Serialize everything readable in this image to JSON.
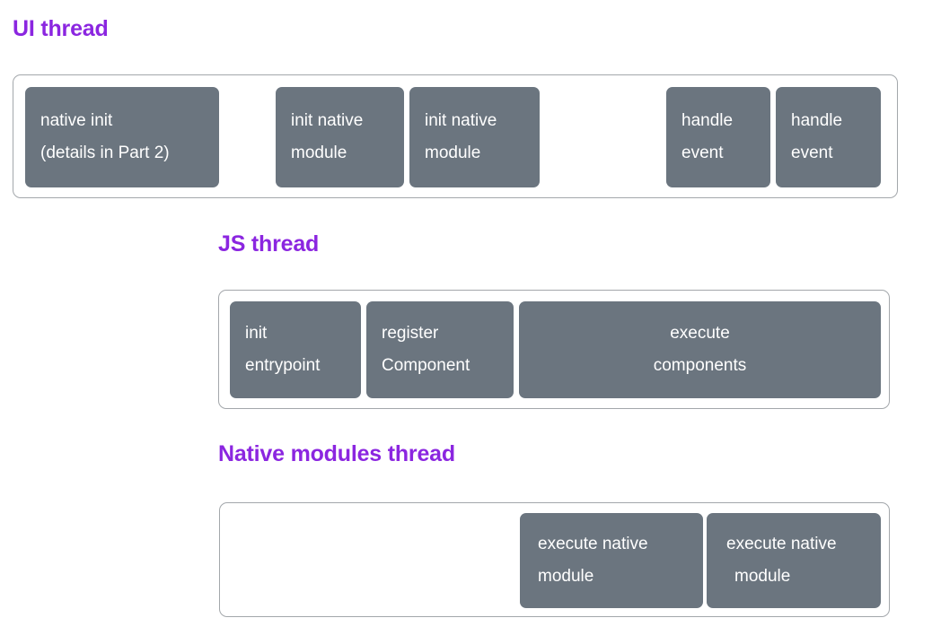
{
  "diagram": {
    "title_color": "#8b26e0",
    "block_color": "#6b757f",
    "track_border_color": "#a3a7ab"
  },
  "threads": [
    {
      "title": "UI thread",
      "tasks": [
        {
          "lines": [
            "native init",
            "(details in Part 2)"
          ]
        },
        {
          "lines": [
            "init native",
            "module"
          ]
        },
        {
          "lines": [
            "init native",
            "module"
          ]
        },
        {
          "lines": [
            "handle",
            "event"
          ]
        },
        {
          "lines": [
            "handle",
            "event"
          ]
        }
      ]
    },
    {
      "title": "JS thread",
      "tasks": [
        {
          "lines": [
            "init",
            "entrypoint"
          ]
        },
        {
          "lines": [
            "register",
            "Component"
          ]
        },
        {
          "lines": [
            "execute",
            "components"
          ]
        }
      ]
    },
    {
      "title": "Native modules thread",
      "tasks": [
        {
          "lines": [
            "execute native",
            "module"
          ]
        },
        {
          "lines": [
            "execute native",
            "module"
          ]
        }
      ]
    }
  ]
}
